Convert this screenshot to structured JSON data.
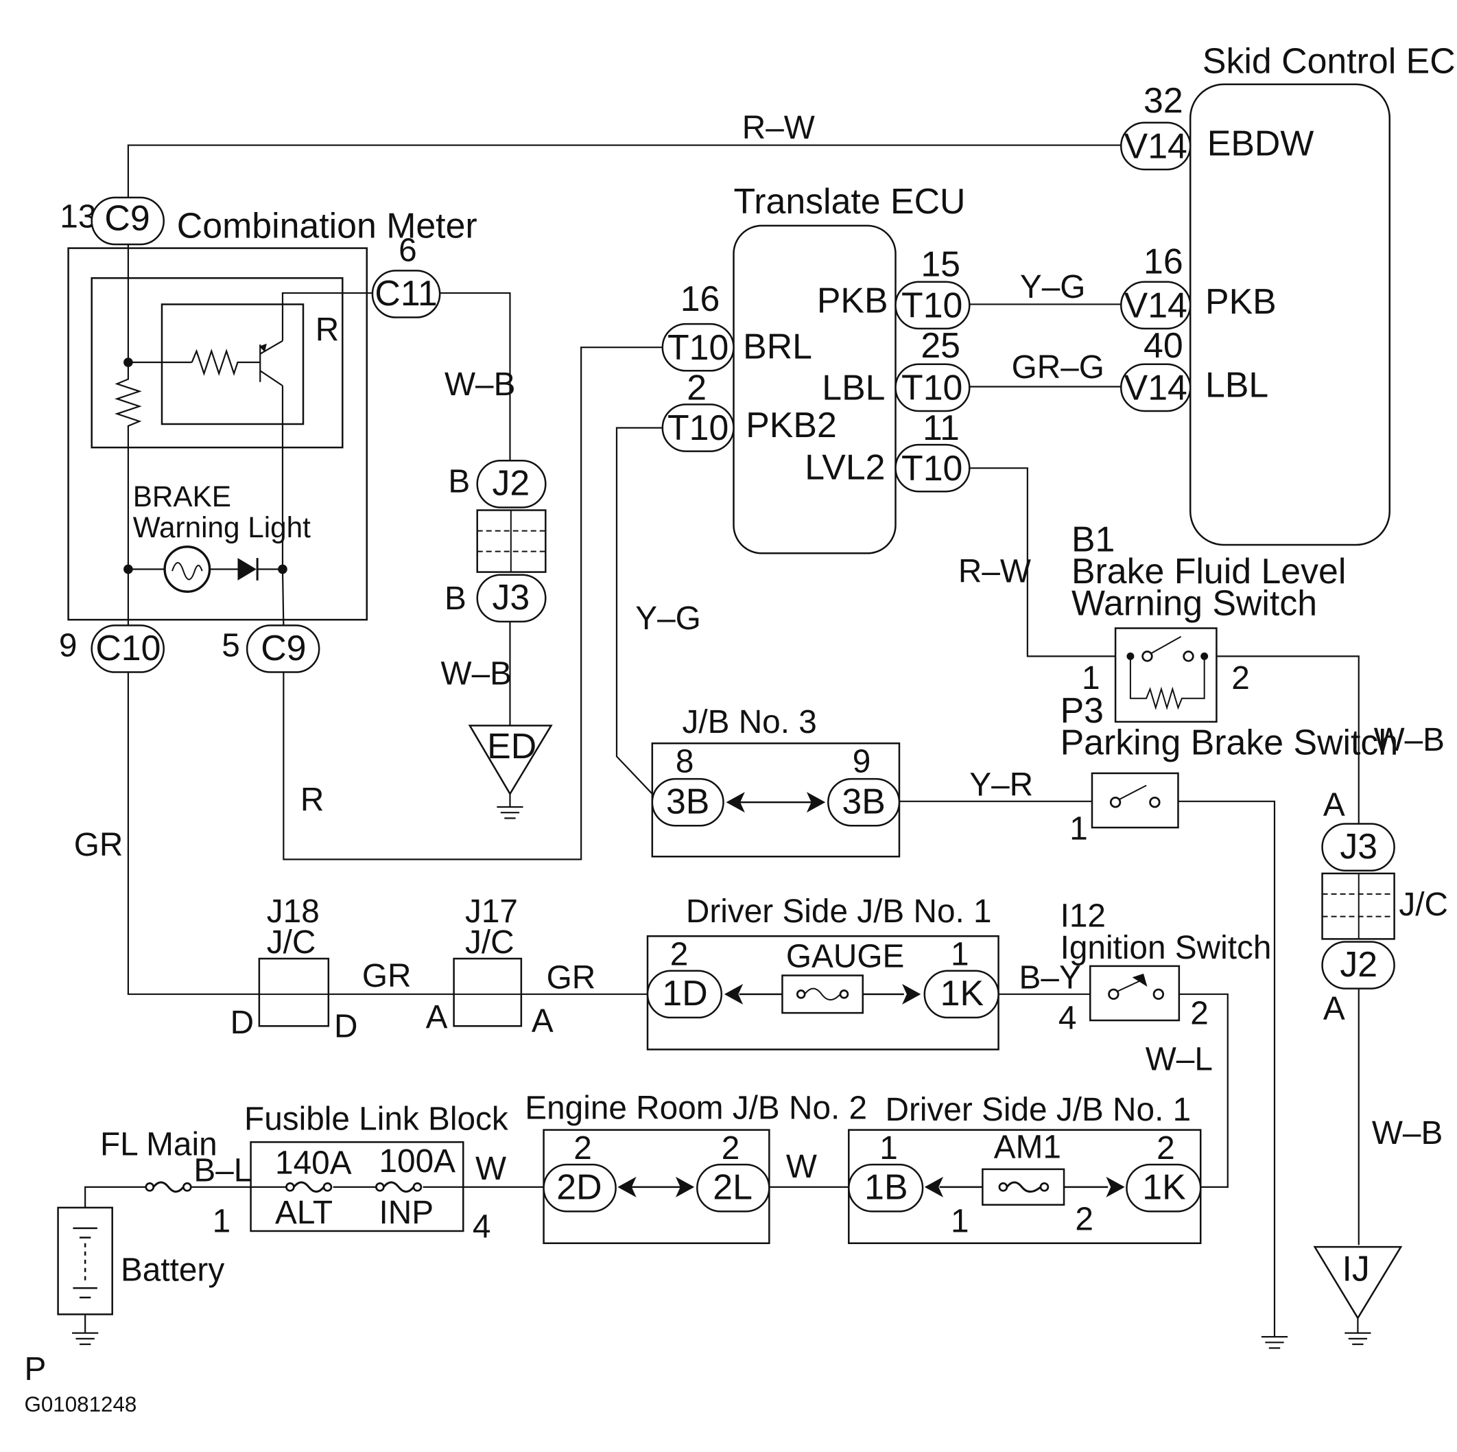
{
  "components": {
    "skid_ecu": {
      "title": "Skid Control ECU",
      "pins": [
        {
          "num": "32",
          "conn": "V14",
          "name": "EBDW"
        },
        {
          "num": "16",
          "conn": "V14",
          "name": "PKB"
        },
        {
          "num": "40",
          "conn": "V14",
          "name": "LBL"
        }
      ]
    },
    "translate_ecu": {
      "title": "Translate ECU",
      "left_pins": [
        {
          "num": "16",
          "conn": "T10",
          "name": "BRL"
        },
        {
          "num": "2",
          "conn": "T10",
          "name": "PKB2"
        }
      ],
      "right_pins": [
        {
          "num": "15",
          "conn": "T10",
          "name": "PKB"
        },
        {
          "num": "25",
          "conn": "T10",
          "name": "LBL"
        },
        {
          "num": "11",
          "conn": "T10",
          "name": "LVL2"
        }
      ]
    },
    "combination_meter": {
      "title": "Combination Meter",
      "top_connector": {
        "num": "13",
        "conn": "C9"
      },
      "side_connector": {
        "num": "6",
        "conn": "C11"
      },
      "bottom_left": {
        "num": "9",
        "conn": "C10"
      },
      "bottom_right": {
        "num": "5",
        "conn": "C9"
      },
      "inner_r": "R",
      "warning_light": [
        "BRAKE",
        "Warning Light"
      ]
    },
    "junction_j2_j3": {
      "top_side": "B",
      "top_conn": "J2",
      "bottom_side": "B",
      "bottom_conn": "J3"
    },
    "ground_ed": "ED",
    "ground_ij": "IJ",
    "jb3": {
      "title": "J/B No. 3",
      "left": {
        "num": "8",
        "conn": "3B"
      },
      "right": {
        "num": "9",
        "conn": "3B"
      }
    },
    "brake_fluid": {
      "id": "B1",
      "title_line1": "Brake Fluid Level",
      "title_line2": "Warning Switch",
      "pin1": "1",
      "pin2": "2"
    },
    "parking_brake": {
      "id": "P3",
      "title": "Parking Brake Switch",
      "pin": "1"
    },
    "jc_right": {
      "top_side": "A",
      "top_conn": "J3",
      "label": "J/C",
      "bottom_conn": "J2",
      "bottom_side": "A"
    },
    "j18": {
      "id": "J18",
      "type": "J/C",
      "left": "D",
      "right": "D"
    },
    "j17": {
      "id": "J17",
      "type": "J/C",
      "left": "A",
      "right": "A"
    },
    "driver_jb_gauge": {
      "title": "Driver Side J/B No. 1",
      "left": {
        "num": "2",
        "conn": "1D"
      },
      "fuse": "GAUGE",
      "right": {
        "num": "1",
        "conn": "1K"
      }
    },
    "ignition": {
      "id": "I12",
      "title": "Ignition Switch",
      "pin_in": "4",
      "pin_out": "2"
    },
    "battery": "Battery",
    "fl_main": "FL Main",
    "fusible_block": {
      "title": "Fusible Link Block",
      "fuse1_rating": "140A",
      "fuse1_name": "ALT",
      "fuse2_rating": "100A",
      "fuse2_name": "INP",
      "pin_in": "1",
      "pin_out": "4"
    },
    "engine_jb": {
      "title": "Engine Room J/B No. 2",
      "left": {
        "num": "2",
        "conn": "2D"
      },
      "right": {
        "num": "2",
        "conn": "2L"
      }
    },
    "driver_jb_am1": {
      "title": "Driver Side J/B No. 1",
      "left": {
        "num": "1",
        "conn": "1B"
      },
      "fuse": "AM1",
      "right": {
        "num": "2",
        "conn": "1K"
      },
      "pin_left_below": "1",
      "pin_right_below": "2"
    }
  },
  "wires": {
    "ebdw": "R–W",
    "pkb": "Y–G",
    "lbl": "GR–G",
    "lvl2": "R–W",
    "c11_ground": "W–B",
    "j3_ground": "W–B",
    "pkb2": "Y–G",
    "c9_r": "R",
    "c10_gr": "GR",
    "parking": "Y–R",
    "j18_j17": "GR",
    "j17_jb": "GR",
    "jb_ign": "B–Y",
    "ign_out": "W–L",
    "bf_right": "W–B",
    "jc_ground": "W–B",
    "batt_out": "B–L",
    "fl_out": "W",
    "erjb_out": "W"
  },
  "footer": {
    "page_letter": "P",
    "figure_id": "G01081248"
  }
}
